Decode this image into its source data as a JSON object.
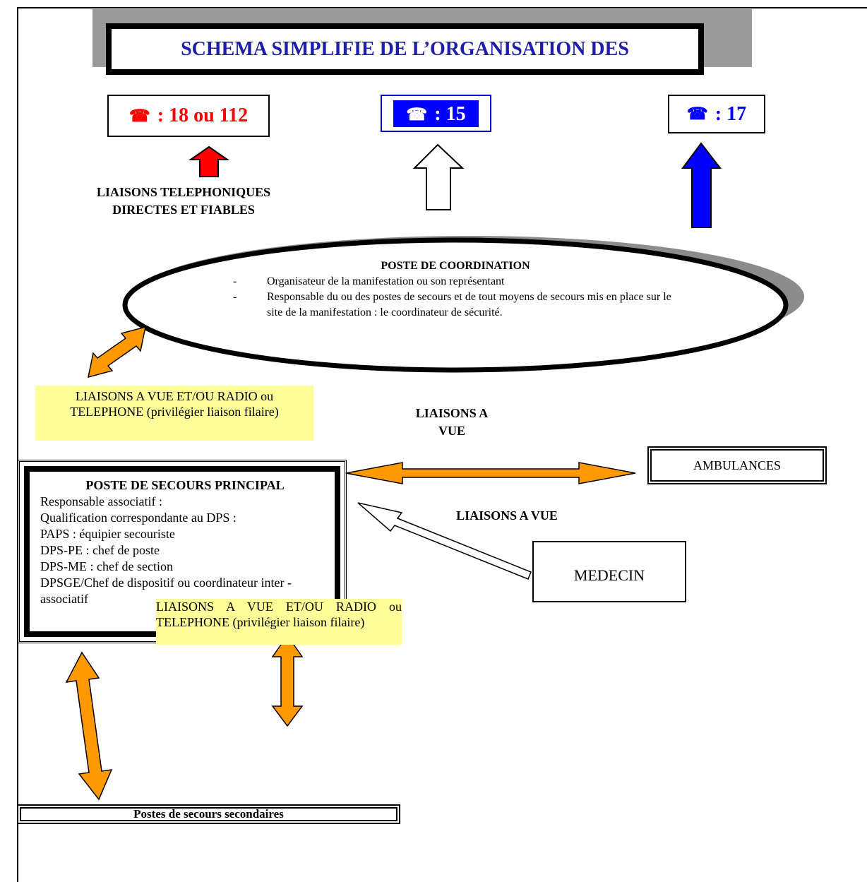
{
  "title": "SCHEMA SIMPLIFIE DE L’ORGANISATION DES",
  "phone_icon": "telephone-icon",
  "phones": [
    {
      "label": ": 18 ou 112",
      "color": "#ff0000"
    },
    {
      "label": ": 15",
      "color": "#ffffff"
    },
    {
      "label": ": 17",
      "color": "#0000ff"
    }
  ],
  "labels": {
    "tel_line1": "LIAISONS TELEPHONIQUES",
    "tel_line2": "DIRECTES ET FIABLES",
    "vue_top_line1": "LIAISONS A",
    "vue_top_line2": "VUE",
    "vue_mid": "LIAISONS A VUE"
  },
  "yellow_notes": {
    "top_line1": "LIAISONS A VUE ET/OU RADIO ou",
    "top_line2": "TELEPHONE (privilégier liaison filaire)",
    "bottom": "LIAISONS A VUE ET/OU RADIO ou TELEPHONE (privilégier liaison filaire)"
  },
  "coordination": {
    "title": "POSTE DE COORDINATION",
    "items": [
      "Organisateur de la manifestation ou son représentant",
      "Responsable du ou des postes de secours et de tout moyens de secours mis en place sur le site de la manifestation : le coordinateur de sécurité."
    ]
  },
  "main_post": {
    "title": "POSTE DE SECOURS PRINCIPAL",
    "lines": [
      "Responsable associatif :",
      "Qualification correspondante au DPS :",
      "PAPS : équipier secouriste",
      "DPS-PE : chef de poste",
      "DPS-ME : chef de section",
      "DPSGE/Chef de dispositif ou coordinateur inter -associatif"
    ]
  },
  "ambulances": "AMBULANCES",
  "medecin": "MEDECIN",
  "secondary_posts": "Postes de secours secondaires",
  "colors": {
    "title_blue": "#1e1ea8",
    "red": "#ff0000",
    "blue": "#0000ff",
    "orange": "#ff9900",
    "yellow": "#ffff99",
    "shadow_gray": "#9a9a9a"
  }
}
